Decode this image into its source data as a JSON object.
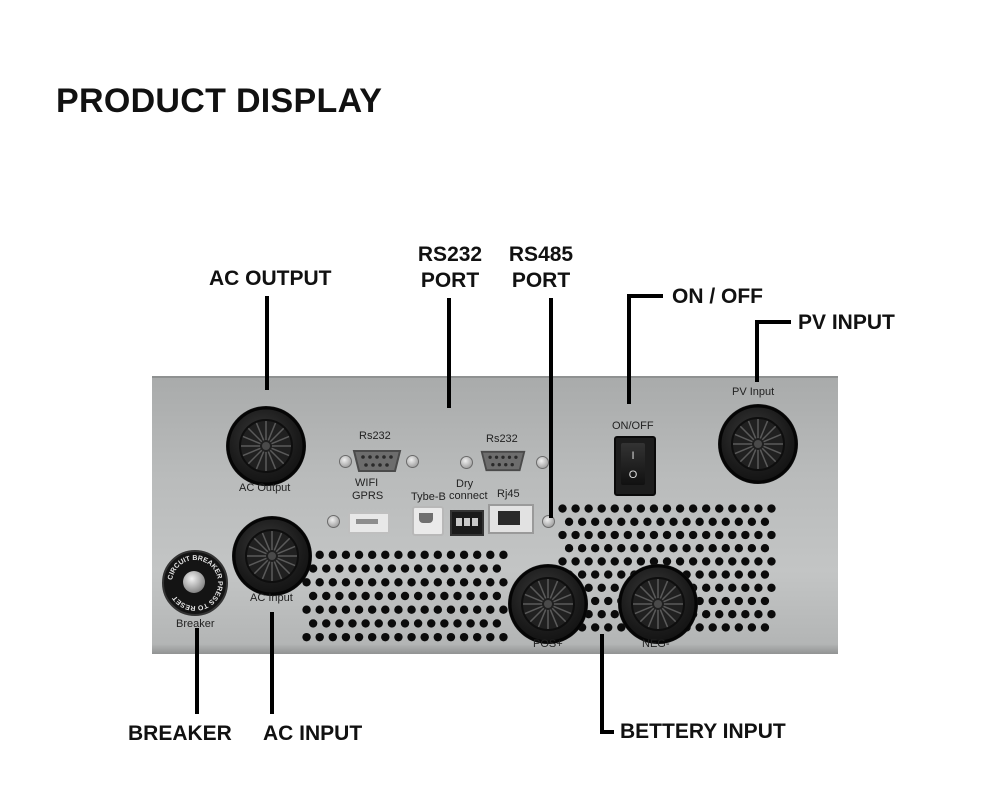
{
  "heading": "PRODUCT DISPLAY",
  "callouts": {
    "ac_output": "AC OUTPUT",
    "rs232_port": [
      "RS232",
      "PORT"
    ],
    "rs485_port": [
      "RS485",
      "PORT"
    ],
    "on_off": "ON / OFF",
    "pv_input": "PV INPUT",
    "breaker": "BREAKER",
    "ac_input": "AC INPUT",
    "battery_input": "BETTERY INPUT"
  },
  "panel_labels": {
    "ac_output": "AC Output",
    "ac_input": "AC Input",
    "rs232_left": "Rs232",
    "rs232_right": "Rs232",
    "wifi": "WIFI",
    "gprs": "GPRS",
    "type_b": "Tybe-B",
    "dry_connect": [
      "Dry",
      "connect"
    ],
    "rj45": "Rj45",
    "on_off": "ON/OFF",
    "pv_input": "PV Input",
    "pos": "POS+",
    "neg": "NEG-",
    "breaker": "Breaker",
    "breaker_ring": "CIRCUIT BREAKER PRESS TO RESET"
  },
  "switch_glyphs": {
    "on": "I",
    "off": "O"
  },
  "colors": {
    "panel": "#b9bbbb",
    "leader": "#000000",
    "text": "#111111",
    "gland": "#1a1a1a"
  }
}
